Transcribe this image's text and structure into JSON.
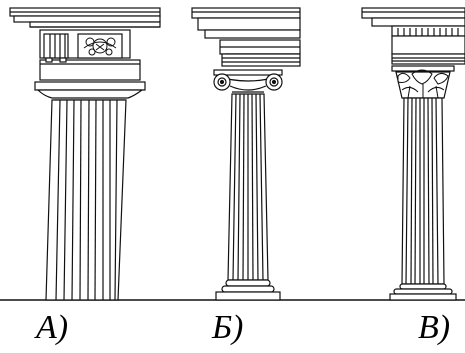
{
  "labels": {
    "doric": "А)",
    "ionic": "Б)",
    "corinthian": "В)"
  }
}
